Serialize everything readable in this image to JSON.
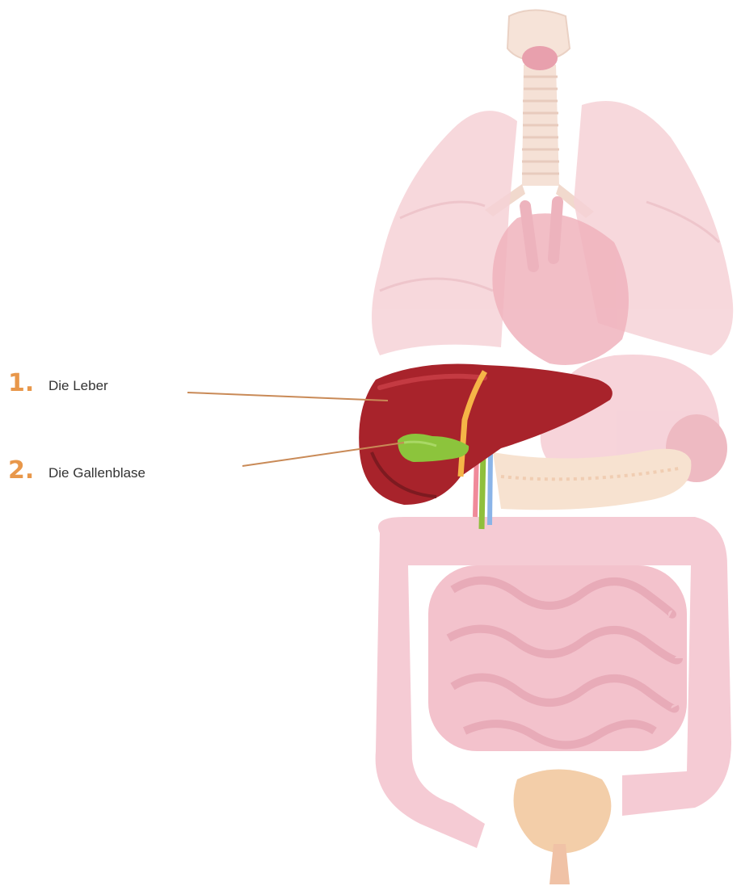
{
  "labels": [
    {
      "number": "1.",
      "text": "Die Leber"
    },
    {
      "number": "2.",
      "text": "Die Gallenblase"
    }
  ],
  "colors": {
    "number_accent": "#e8974a",
    "leader_line": "#c98a57",
    "liver": "#a8232b",
    "gallbladder": "#8cc43c",
    "organ_tint": "#f4c6ce",
    "bladder": "#f2c9a0"
  },
  "icons": [
    "liver-illustration",
    "gallbladder-illustration",
    "organ-diagram"
  ]
}
